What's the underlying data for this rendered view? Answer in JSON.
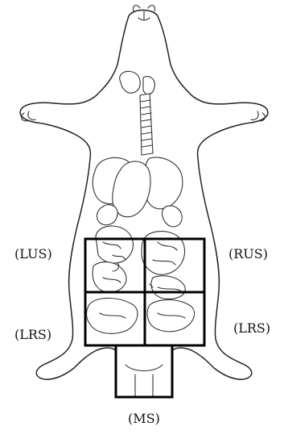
{
  "labels": {
    "left_upper": "(LUS)",
    "right_upper": "(RUS)",
    "left_lower": "(LRS)",
    "right_lower": "(LRS)",
    "middle": "(MS)"
  },
  "colors": {
    "outline": "#222222",
    "grid": "#000000",
    "background": "#ffffff"
  }
}
